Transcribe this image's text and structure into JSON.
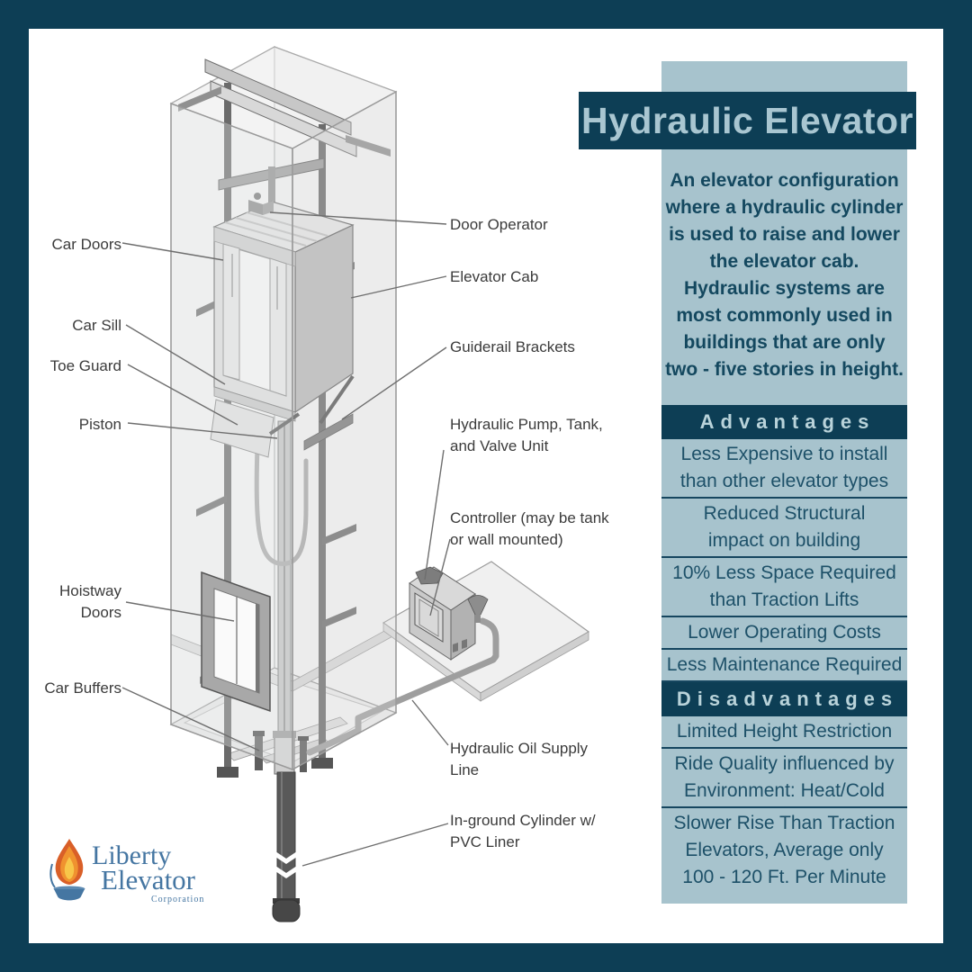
{
  "colors": {
    "border_navy": "#0d3e55",
    "panel_blue": "#a7c3cd",
    "title_text": "#a9c6d1",
    "body_text": "#14485f",
    "list_text": "#1d5068",
    "divider": "#16465f",
    "diagram_label_text": "#3b3b3b",
    "logo_blue": "#4576a2",
    "flame_orange": "#f0922f",
    "flame_yellow": "#f8c649",
    "flame_red": "#d95f28"
  },
  "title": "Hydraulic Elevator",
  "description": "An elevator configuration\nwhere a hydraulic cylinder\nis used to raise and lower\nthe elevator cab.\nHydraulic systems are\nmost commonly used in\nbuildings that are only\ntwo - five stories in height.",
  "advantages": {
    "header": "Advantages",
    "items": [
      {
        "lines": [
          "Less Expensive to install",
          "than other elevator types"
        ]
      },
      {
        "lines": [
          "Reduced Structural",
          "impact on building"
        ]
      },
      {
        "lines": [
          "10% Less Space Required",
          "than Traction Lifts"
        ]
      },
      {
        "lines": [
          "Lower Operating Costs"
        ]
      },
      {
        "lines": [
          "Less Maintenance Required"
        ]
      }
    ]
  },
  "disadvantages": {
    "header": "Disadvantages",
    "items": [
      {
        "lines": [
          "Limited Height Restriction"
        ]
      },
      {
        "lines": [
          "Ride Quality influenced by",
          "Environment: Heat/Cold"
        ]
      },
      {
        "lines": [
          "Slower Rise Than Traction",
          "Elevators, Average only",
          "100 - 120 Ft. Per Minute"
        ]
      }
    ]
  },
  "diagram": {
    "labels": {
      "car_doors": "Car Doors",
      "car_sill": "Car Sill",
      "toe_guard": "Toe Guard",
      "piston": "Piston",
      "hoistway_doors": "Hoistway\nDoors",
      "car_buffers": "Car Buffers",
      "door_operator": "Door Operator",
      "elevator_cab": "Elevator Cab",
      "guiderail_brackets": "Guiderail Brackets",
      "hydraulic_pump": "Hydraulic Pump, Tank,\nand Valve Unit",
      "controller": "Controller (may be tank\nor wall mounted)",
      "oil_supply": "Hydraulic Oil Supply\nLine",
      "inground_cylinder": "In-ground Cylinder w/\nPVC Liner"
    }
  },
  "logo": {
    "name_line1": "Liberty",
    "name_line2": "Elevator",
    "subtitle": "Corporation"
  }
}
